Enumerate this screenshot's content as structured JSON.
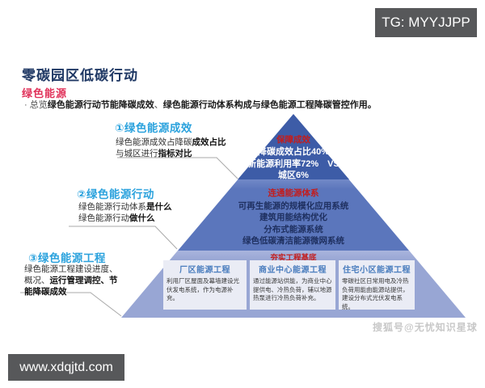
{
  "badges": {
    "tg": "TG: MYYJJPP",
    "url": "www.xdqjtd.com",
    "watermark": "搜狐号@无忧知识星球"
  },
  "header": {
    "title": "零碳园区低碳行动",
    "section": "绿色能源",
    "bullet": {
      "dot": "·",
      "prefix": "总览",
      "bold1": "绿色能源行动节能降碳成效",
      "sep": "、",
      "bold2": "绿色能源行动体系构成与绿色能源工程降碳管控作用。"
    }
  },
  "items": [
    {
      "header": "①绿色能源成效",
      "d1": "绿色能源成效占降碳",
      "b1": "成效占比",
      "d2": "与城区进行",
      "b2": "指标对比"
    },
    {
      "header": "②绿色能源行动",
      "d1": "绿色能源行动体系",
      "b1": "是什么",
      "d2": "绿色能源行动",
      "b2": "做什么"
    },
    {
      "header": "③绿色能源工程",
      "d1": "绿色能源工程建设进度、概况、",
      "b1": "运行管理调控、节能降碳成效",
      "d2": "",
      "b2": ""
    }
  ],
  "pyramid": {
    "level1": {
      "label": "保障成效",
      "lines": [
        "降碳成效占比40%",
        "新能源利用率72%　VS",
        "城区6%"
      ]
    },
    "level2": {
      "label": "连通能源体系",
      "lines": [
        "可再生能源的规模化应用系统",
        "建筑用能结构优化",
        "分布式能源系统",
        "绿色低碳清洁能源微网系统"
      ]
    },
    "level3": {
      "label": "夯实工程基底",
      "boxes": [
        {
          "title": "厂区能源工程",
          "desc": "利用厂区屋面及幕墙建设光伏发电系统，作为电源补充。"
        },
        {
          "title": "商业中心能源工程",
          "desc": "通过能源站供能，为商业中心提供电、冷热负荷，辅以地源热泵进行冷热负荷补充。"
        },
        {
          "title": "住宅小区能源工程",
          "desc": "零碳社区日常用电及冷热负荷用能由能源站提供，建设分布式光伏发电系统。"
        }
      ]
    }
  },
  "colors": {
    "band1": "#3d5ca7",
    "band2": "#5b76bc",
    "band3": "#98a6d4",
    "accent_red": "#c31d1d",
    "header_cyan": "#2ba2dd",
    "title_navy": "#1f3864",
    "section_red": "#e0325a"
  }
}
